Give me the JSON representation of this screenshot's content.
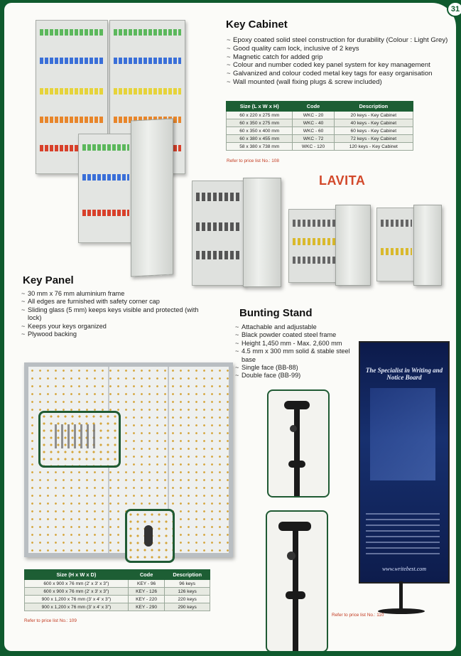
{
  "page_number": "31",
  "key_cabinet": {
    "title": "Key Cabinet",
    "features": [
      "Epoxy coated solid steel construction for durability (Colour : Light Grey)",
      "Good quality cam lock, inclusive of 2 keys",
      "Magnetic catch for added grip",
      "Colour and number coded key panel system for key management",
      "Galvanized and colour coded metal key tags for easy organisation",
      "Wall mounted (wall fixing plugs & screw included)"
    ],
    "table": {
      "headers": [
        "Size (L x W x H)",
        "Code",
        "Description"
      ],
      "rows": [
        [
          "60 x 220 x 275 mm",
          "WKC - 20",
          "20 keys - Key Cabinet"
        ],
        [
          "60 x 350 x 275 mm",
          "WKC - 40",
          "40 keys - Key Cabinet"
        ],
        [
          "60 x 350 x 400 mm",
          "WKC - 60",
          "60 keys - Key Cabinet"
        ],
        [
          "60 x 380 x 455 mm",
          "WKC - 72",
          "72 keys - Key Cabinet"
        ],
        [
          "58 x 380 x 738 mm",
          "WKC - 120",
          "120 keys - Key Cabinet"
        ]
      ]
    },
    "price_ref": "Refer to price list No.: 108"
  },
  "brand": "LAVITA",
  "key_panel": {
    "title": "Key Panel",
    "features": [
      "30 mm x 76 mm aluminium frame",
      "All edges are furnished with safety corner cap",
      "Sliding glass (5 mm) keeps keys visible and protected (with lock)",
      "Keeps your keys organized",
      "Plywood backing"
    ],
    "table": {
      "headers": [
        "Size (H x W x D)",
        "Code",
        "Description"
      ],
      "rows": [
        [
          "600 x 900 x 76 mm (2' x 3' x 3\")",
          "KEY - 96",
          "96 keys"
        ],
        [
          "600 x 900 x 76 mm (2' x 3' x 3\")",
          "KEY - 126",
          "126 keys"
        ],
        [
          "900 x 1,200 x 76 mm (3' x 4' x 3\")",
          "KEY - 220",
          "220 keys"
        ],
        [
          "900 x 1,200 x 76 mm (3' x 4' x 3\")",
          "KEY - 290",
          "290 keys"
        ]
      ]
    },
    "price_ref": "Refer to price list No.: 109"
  },
  "bunting_stand": {
    "title": "Bunting Stand",
    "features": [
      "Attachable and adjustable",
      "Black powder coated steel frame",
      "Height 1,450 mm - Max. 2,600 mm",
      "4.5 mm x 300 mm solid & stable steel base",
      "Single face (BB-88)",
      "Double face (BB-99)"
    ],
    "banner_title": "The Specialist in Writing and Notice Board",
    "banner_url": "www.writebest.com",
    "price_ref": "Refer to price list No.: 110"
  },
  "colors": {
    "brand_green": "#1d5e34",
    "accent_red": "#c2391f",
    "page_bg": "#0f5a2e"
  }
}
